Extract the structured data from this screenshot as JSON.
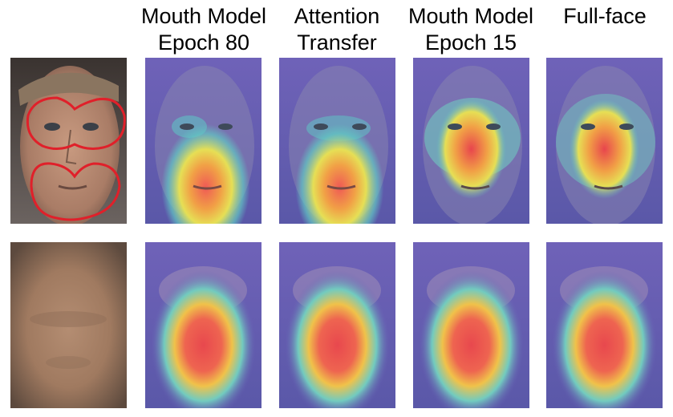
{
  "columns": [
    {
      "title_line1": "",
      "title_line2": ""
    },
    {
      "title_line1": "Mouth Model",
      "title_line2": "Epoch 80"
    },
    {
      "title_line1": "Attention",
      "title_line2": "Transfer"
    },
    {
      "title_line1": "Mouth Model",
      "title_line2": "Epoch 15"
    },
    {
      "title_line1": "Full-face",
      "title_line2": ""
    }
  ],
  "rows": [
    {
      "content": "face photo with attention heatmap overlays"
    },
    {
      "content": "average blurred face with attention heatmap overlays"
    }
  ],
  "annotation_color": "#e0202a",
  "heatmap_colors": [
    "#4b4fa8",
    "#56c3c8",
    "#f4e04a",
    "#f19a3e",
    "#e5414a"
  ]
}
